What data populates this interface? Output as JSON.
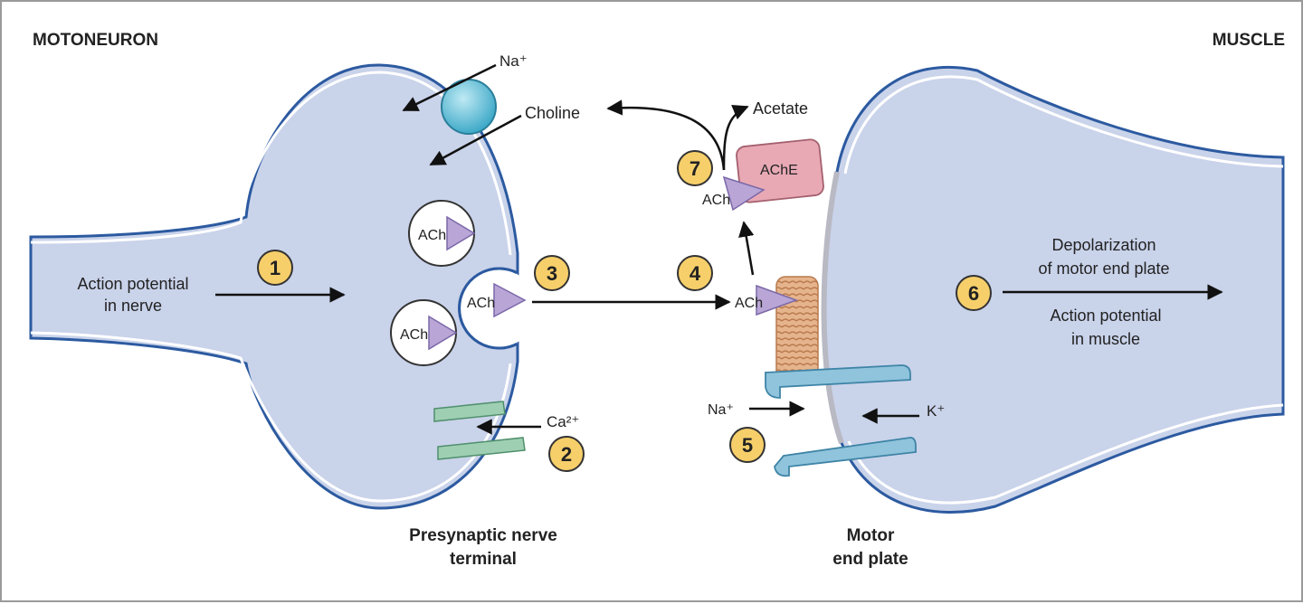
{
  "labels": {
    "motoneuron": "MOTONEURON",
    "muscle": "MUSCLE",
    "presynaptic_line1": "Presynaptic nerve",
    "presynaptic_line2": "terminal",
    "motor_line1": "Motor",
    "motor_line2": "end plate",
    "action_potential_nerve_line1": "Action potential",
    "action_potential_nerve_line2": "in nerve",
    "depolarization_line1": "Depolarization",
    "depolarization_line2": "of motor end plate",
    "action_potential_muscle_line1": "Action potential",
    "action_potential_muscle_line2": "in muscle",
    "na_top": "Na⁺",
    "choline": "Choline",
    "acetate": "Acetate",
    "ache": "AChE",
    "ach": "ACh",
    "ca": "Ca²⁺",
    "na_channel": "Na⁺",
    "k_channel": "K⁺"
  },
  "steps": [
    "1",
    "2",
    "3",
    "4",
    "5",
    "6",
    "7"
  ],
  "colors": {
    "cell_fill": "#c9d3ea",
    "membrane": "#2c5aa0",
    "step_badge": "#f7cf6a",
    "ach_triangle": "#b9a6d6",
    "ache_fill": "#e8a9b5",
    "receptor": "#d9a37a",
    "channel": "#8fc4dc",
    "ca_channel": "#9fcfb3",
    "transporter": "#5bbfd6"
  }
}
